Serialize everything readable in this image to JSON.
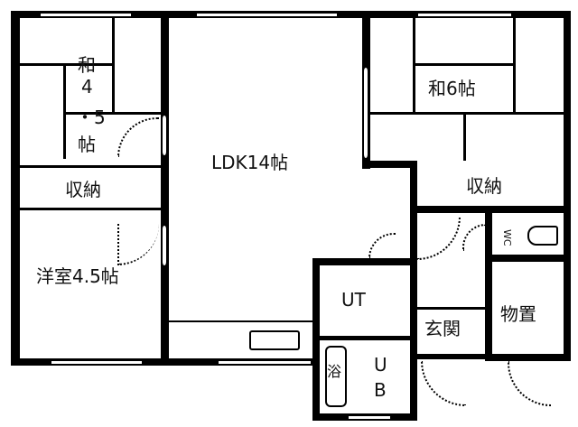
{
  "floorplan": {
    "rooms": {
      "washitsu_small": {
        "line1": "和",
        "line2": "4",
        "line3": "・5",
        "line4": "帖"
      },
      "ldk": "LDK14帖",
      "washitsu_large": "和6帖",
      "storage_left": "収納",
      "storage_right": "収納",
      "youshitsu": "洋室4.5帖",
      "utility": "UT",
      "unit_bath_line1": "U",
      "unit_bath_line2": "B",
      "bath": "浴",
      "toilet": "WC",
      "entrance": "玄関",
      "storeroom": "物置"
    },
    "colors": {
      "wall": "#000000",
      "background": "#ffffff"
    }
  }
}
